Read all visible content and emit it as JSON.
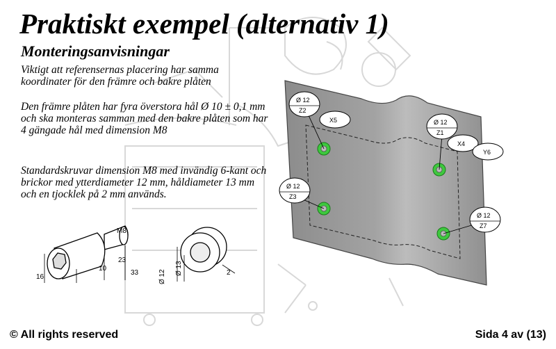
{
  "slide": {
    "title": "Praktiskt exempel (alternativ 1)",
    "subtitle": "Monteringsanvisningar",
    "paragraphs": [
      "Viktigt att referensernas placering har samma koordinater för den främre och bakre plåten",
      "Den främre plåten har fyra överstora hål Ø 10 ± 0,1 mm och ska monteras samman med den bakre plåten som har 4 gängade hål med dimension M8",
      "Standardskruvar dimension M8 med invändig 6-kant och brickor med ytterdiameter 12 mm, håldiameter 13 mm och en tjocklek på 2 mm används."
    ],
    "copyright": "© All rights reserved",
    "page": "Sida 4 av (13)"
  },
  "plate": {
    "callouts": [
      {
        "dia": "Ø 12",
        "ref": "Z2"
      },
      {
        "dia": "Ø 12",
        "ref": "Z1"
      },
      {
        "dia": "Ø 12",
        "ref": "Z3"
      },
      {
        "dia": "Ø 12",
        "ref": "Z7"
      }
    ],
    "datums": [
      "X5",
      "X4",
      "Y6"
    ]
  },
  "screw": {
    "thread": "M8",
    "dims": [
      "16",
      "10",
      "23",
      "33"
    ]
  },
  "washer": {
    "dims": [
      "Ø 12",
      "Ø 13",
      "2"
    ]
  },
  "colors": {
    "hole_highlight": "#3ec83e",
    "plate_fill": "#9a9a9a",
    "background_art": "#e2e2e2"
  }
}
